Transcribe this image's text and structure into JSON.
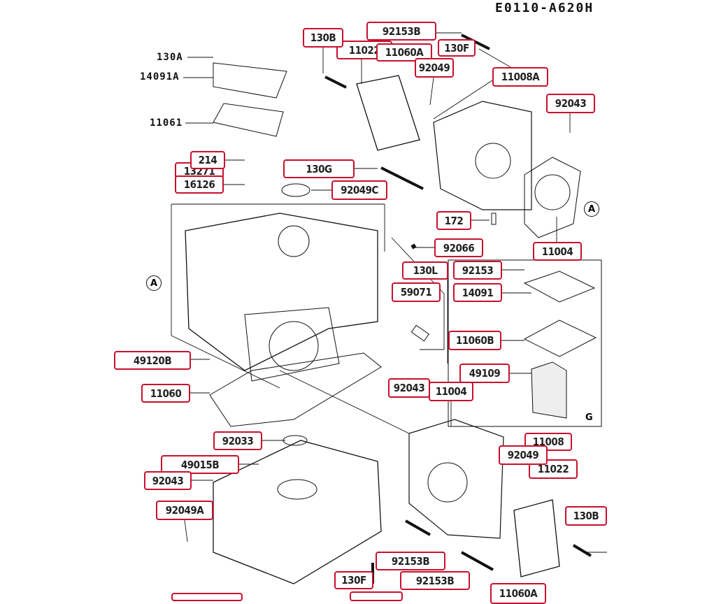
{
  "diagram_code": "E0110-A620H",
  "accent_color": "#c8102e",
  "plain_labels": {
    "p130A": "130A",
    "p14091A": "14091A",
    "p11061": "11061"
  },
  "reference_marks": {
    "a1": "A",
    "a2": "A",
    "g": "G"
  },
  "part_labels": {
    "l130B_top": "130B",
    "l11022_top": "11022",
    "l92153B_top": "92153B",
    "l130F_top": "130F",
    "l11060A_top": "11060A",
    "l92049_top": "92049",
    "l11008A": "11008A",
    "l92043_top": "92043",
    "l214": "214",
    "l13271": "13271",
    "l16126": "16126",
    "l130G": "130G",
    "l92049C": "92049C",
    "l172": "172",
    "l92066": "92066",
    "l11004_top": "11004",
    "l92153": "92153",
    "l130L": "130L",
    "l14091": "14091",
    "l59071": "59071",
    "l11060B": "11060B",
    "l49109": "49109",
    "l49120B": "49120B",
    "l92043_mid": "92043",
    "l11004_mid": "11004",
    "l11060": "11060",
    "l92033": "92033",
    "l11008": "11008",
    "l92049_low": "92049",
    "l49015B": "49015B",
    "l92043_low": "92043",
    "l11022_low": "11022",
    "l92049A": "92049A",
    "l130B_low": "130B",
    "l92153B_low1": "92153B",
    "l130F_low": "130F",
    "l92153B_low2": "92153B",
    "l11060A_low": "11060A"
  }
}
